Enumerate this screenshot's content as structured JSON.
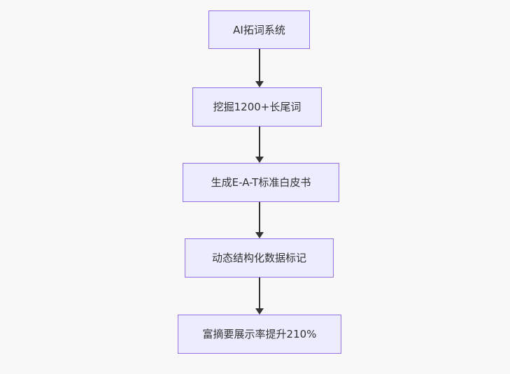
{
  "flowchart": {
    "type": "vertical-flowchart",
    "nodes": [
      {
        "label": "AI拓词系统"
      },
      {
        "label": "挖掘1200+长尾词"
      },
      {
        "label": "生成E-A-T标准白皮书"
      },
      {
        "label": "动态结构化数据标记"
      },
      {
        "label": "富摘要展示率提升210%"
      }
    ],
    "edges": [
      {
        "from": 0,
        "to": 1
      },
      {
        "from": 1,
        "to": 2
      },
      {
        "from": 2,
        "to": 3
      },
      {
        "from": 3,
        "to": 4
      }
    ],
    "colors": {
      "node_fill": "#ECECFF",
      "node_border": "#9370DB",
      "arrow": "#333333",
      "text": "#333333",
      "background": "#F8F8F8"
    }
  }
}
